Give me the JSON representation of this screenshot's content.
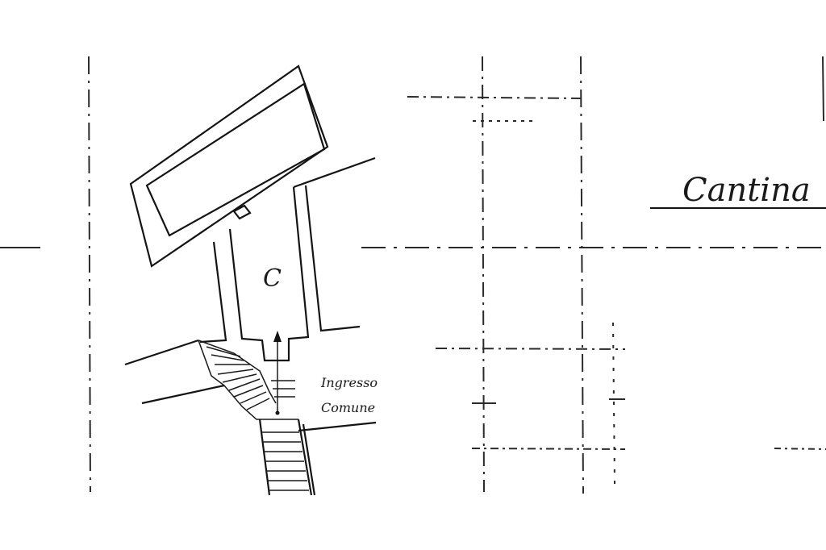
{
  "labels": {
    "room_letter": "C",
    "entrance_line1": "Ingresso",
    "entrance_line2": "Comune",
    "cellar": "Cantina"
  },
  "colors": {
    "ink": "#141414",
    "paper": "#ffffff"
  }
}
